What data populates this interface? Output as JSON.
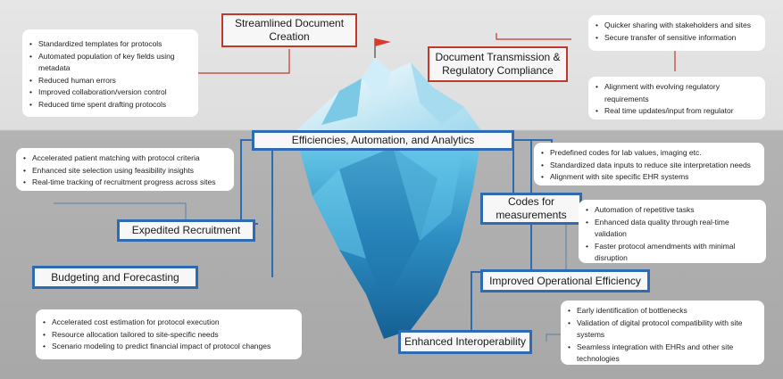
{
  "boxes": {
    "streamlined": "Streamlined Document Creation",
    "transmission": "Document Transmission & Regulatory Compliance",
    "efficiencies": "Efficiencies, Automation, and Analytics",
    "codes": "Codes for measurements",
    "recruitment": "Expedited Recruitment",
    "budgeting": "Budgeting and Forecasting",
    "operational": "Improved Operational Efficiency",
    "interoperability": "Enhanced Interoperability"
  },
  "lists": {
    "streamlined": [
      "Standardized templates for protocols",
      "Automated population of key fields using metadata",
      "Reduced human errors",
      "Improved collaboration/version control",
      "Reduced time spent drafting protocols"
    ],
    "sharing": [
      "Quicker sharing with stakeholders and sites",
      "Secure transfer of sensitive information"
    ],
    "regulatory": [
      "Alignment with evolving regulatory requirements",
      "Real time updates/input from regulator"
    ],
    "recruitment": [
      "Accelerated patient matching with protocol criteria",
      "Enhanced site selection using feasibility insights",
      "Real-time tracking of recruitment progress across sites"
    ],
    "codes": [
      "Predefined codes for lab values, imaging etc.",
      "Standardized data inputs to reduce site interpretation needs",
      "Alignment with site specific EHR systems"
    ],
    "operational": [
      "Automation of repetitive tasks",
      "Enhanced data quality through real-time validation",
      "Faster protocol amendments with minimal disruption"
    ],
    "budgeting": [
      "Accelerated cost estimation for protocol execution",
      "Resource allocation tailored to site-specific needs",
      "Scenario modeling to predict financial impact of protocol changes"
    ],
    "interoperability": [
      "Early identification of bottlenecks",
      "Validation of digital protocol compatibility with site systems",
      "Seamless integration with EHRs and other site technologies"
    ]
  },
  "colors": {
    "red_border": "#c0392b",
    "blue_border": "#2f6bb3",
    "flag": "#d93a2b",
    "water_top": "#dedede",
    "water_bottom": "#a8a8a8"
  }
}
